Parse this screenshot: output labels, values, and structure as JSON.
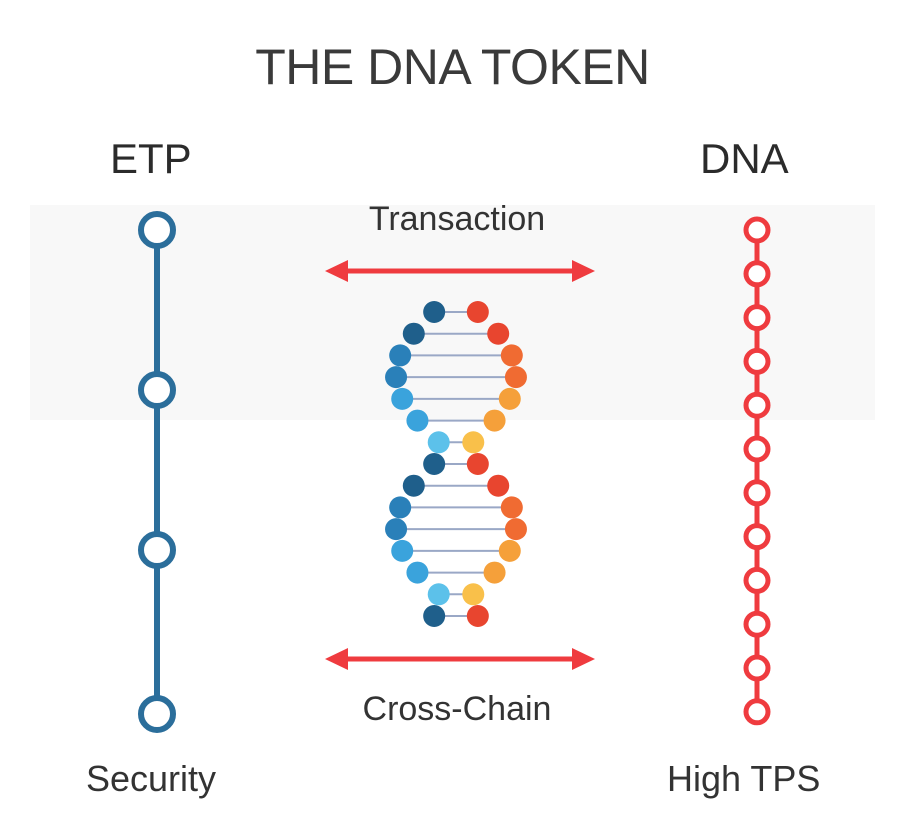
{
  "title": "THE DNA TOKEN",
  "left_chain": {
    "label": "ETP",
    "caption": "Security",
    "color": "#2b6e9b"
  },
  "right_chain": {
    "label": "DNA",
    "caption": "High TPS",
    "color": "#ef3b3f"
  },
  "arrows": {
    "top_label": "Transaction",
    "bottom_label": "Cross-Chain",
    "color": "#ef3b3f"
  },
  "helix": {
    "left_colors": [
      "#1f5f8b",
      "#2a80b9",
      "#3aa3dc",
      "#5cc1ea"
    ],
    "right_colors": [
      "#e8452f",
      "#f06b32",
      "#f5a03a",
      "#f9c04a"
    ]
  }
}
